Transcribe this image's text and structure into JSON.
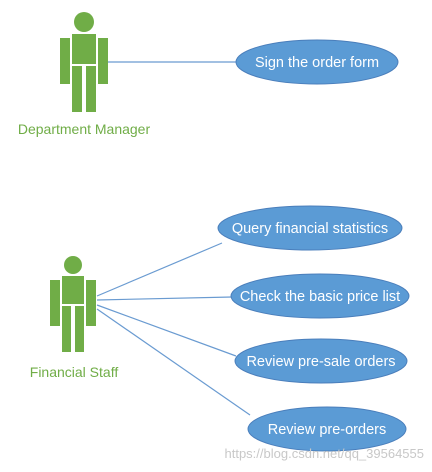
{
  "colors": {
    "actor": "#70ad47",
    "usecase_fill": "#5b9bd5",
    "usecase_stroke": "#4a7ebb",
    "connector": "#6a9bd1",
    "watermark": "#c8c8c8"
  },
  "actors": [
    {
      "label": "Department Manager"
    },
    {
      "label": "Financial Staff"
    }
  ],
  "use_cases": [
    {
      "label": "Sign the order form"
    },
    {
      "label": "Query financial statistics"
    },
    {
      "label": "Check the basic price list"
    },
    {
      "label": "Review pre-sale orders"
    },
    {
      "label": "Review pre-orders"
    }
  ],
  "watermark": "https://blog.csdn.net/qq_39564555"
}
